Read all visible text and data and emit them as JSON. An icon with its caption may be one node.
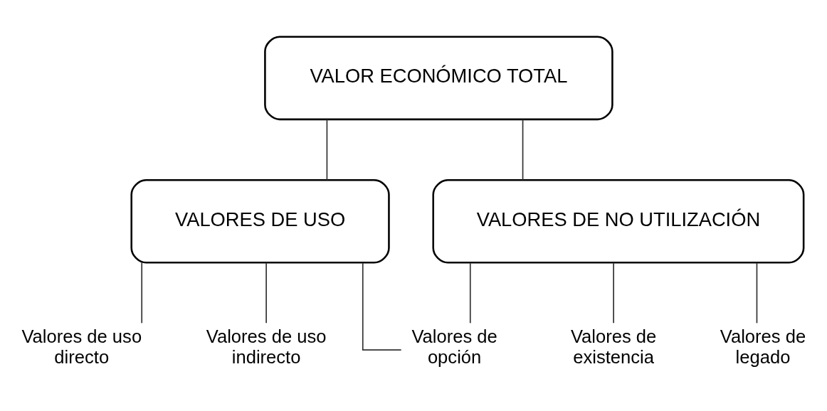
{
  "diagram": {
    "nodes": [
      {
        "text": [
          "VALOR ECONÓMICO TOTAL"
        ]
      },
      {
        "text": [
          "VALORES DE USO"
        ]
      },
      {
        "text": [
          "VALORES DE NO UTILIZACIÓN"
        ]
      },
      {
        "text": [
          "Valores de uso directo"
        ]
      },
      {
        "text": [
          "Valores de uso indirecto"
        ]
      },
      {
        "text": [
          "Valores de opción"
        ]
      },
      {
        "text": [
          "Valores de existencia"
        ]
      },
      {
        "text": [
          "Valores de legado"
        ]
      }
    ],
    "edges": [
      {
        "from": 0,
        "to": 1,
        "arrow": "none"
      },
      {
        "from": 0,
        "to": 2,
        "arrow": "none"
      },
      {
        "from": 1,
        "to": 3,
        "arrow": "none"
      },
      {
        "from": 1,
        "to": 4,
        "arrow": "none"
      },
      {
        "from": 1,
        "to": 5,
        "arrow": "none"
      },
      {
        "from": 2,
        "to": 5,
        "arrow": "none"
      },
      {
        "from": 2,
        "to": 6,
        "arrow": "none"
      },
      {
        "from": 2,
        "to": 7,
        "arrow": "none"
      }
    ]
  }
}
